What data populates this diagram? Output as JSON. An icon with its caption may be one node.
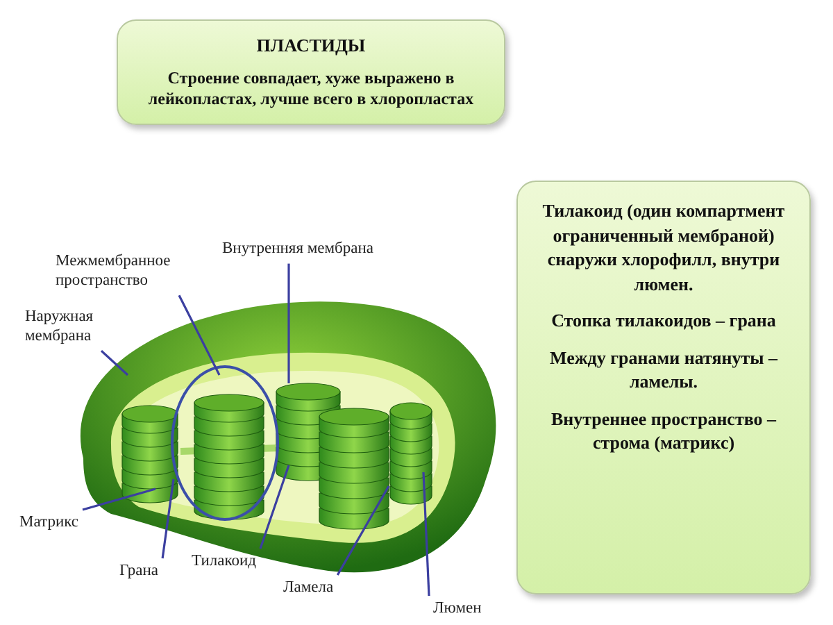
{
  "diagram": {
    "nodes": [
      {
        "text": [
          "ПЛАСТИДЫ",
          "Строение совпадает, хуже выражено в лейкопластах, лучше всего в хлоропластах"
        ]
      },
      {
        "text": [
          "Тилакоид (один компартмент ограниченный мембраной) снаружи хлорофилл, внутри люмен.",
          "Стопка тилакоидов – грана",
          "Между гранами натянуты – ламелы.",
          "Внутреннее пространство  – строма (матрикс)"
        ]
      },
      {
        "text": [
          "Межмембранное пространство"
        ]
      },
      {
        "text": [
          "Внутренняя мембрана"
        ]
      },
      {
        "text": [
          "Наружная мембрана"
        ]
      },
      {
        "text": [
          "Матрикс"
        ]
      },
      {
        "text": [
          "Грана"
        ]
      },
      {
        "text": [
          "Тилакоид"
        ]
      },
      {
        "text": [
          "Ламела"
        ]
      },
      {
        "text": [
          "Люмен"
        ]
      }
    ],
    "edges": [
      {
        "from": 2,
        "to": null,
        "arrow": "none"
      },
      {
        "from": 3,
        "to": null,
        "arrow": "none"
      },
      {
        "from": 4,
        "to": null,
        "arrow": "none"
      },
      {
        "from": 5,
        "to": null,
        "arrow": "none"
      },
      {
        "from": 6,
        "to": null,
        "arrow": "none"
      },
      {
        "from": 7,
        "to": null,
        "arrow": "none"
      },
      {
        "from": 8,
        "to": null,
        "arrow": "none"
      },
      {
        "from": 9,
        "to": null,
        "arrow": "none"
      }
    ]
  }
}
